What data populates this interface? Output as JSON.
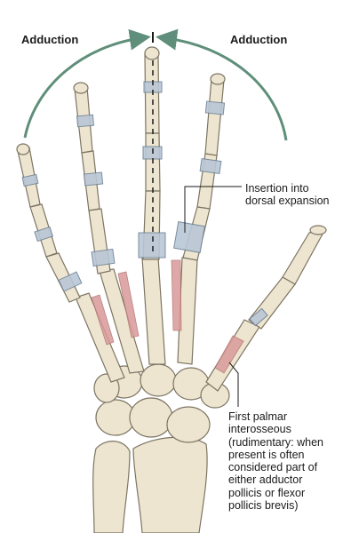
{
  "labels": {
    "adduction_left": "Adduction",
    "adduction_right": "Adduction",
    "insertion": [
      "Insertion into",
      "dorsal expansion"
    ],
    "first_palmar": [
      "First palmar",
      "interosseous",
      "(rudimentary: when",
      "present is often",
      "considered part of",
      "either adductor",
      "pollicis or flexor",
      "pollicis brevis)"
    ]
  },
  "colors": {
    "bone": "#ede5cf",
    "bone_outline": "#7d7564",
    "tendon_sheath": "#b9c7d6",
    "muscle": "#d99a9a",
    "arrow": "#5f8f7a",
    "leader": "#1a1a1a"
  }
}
